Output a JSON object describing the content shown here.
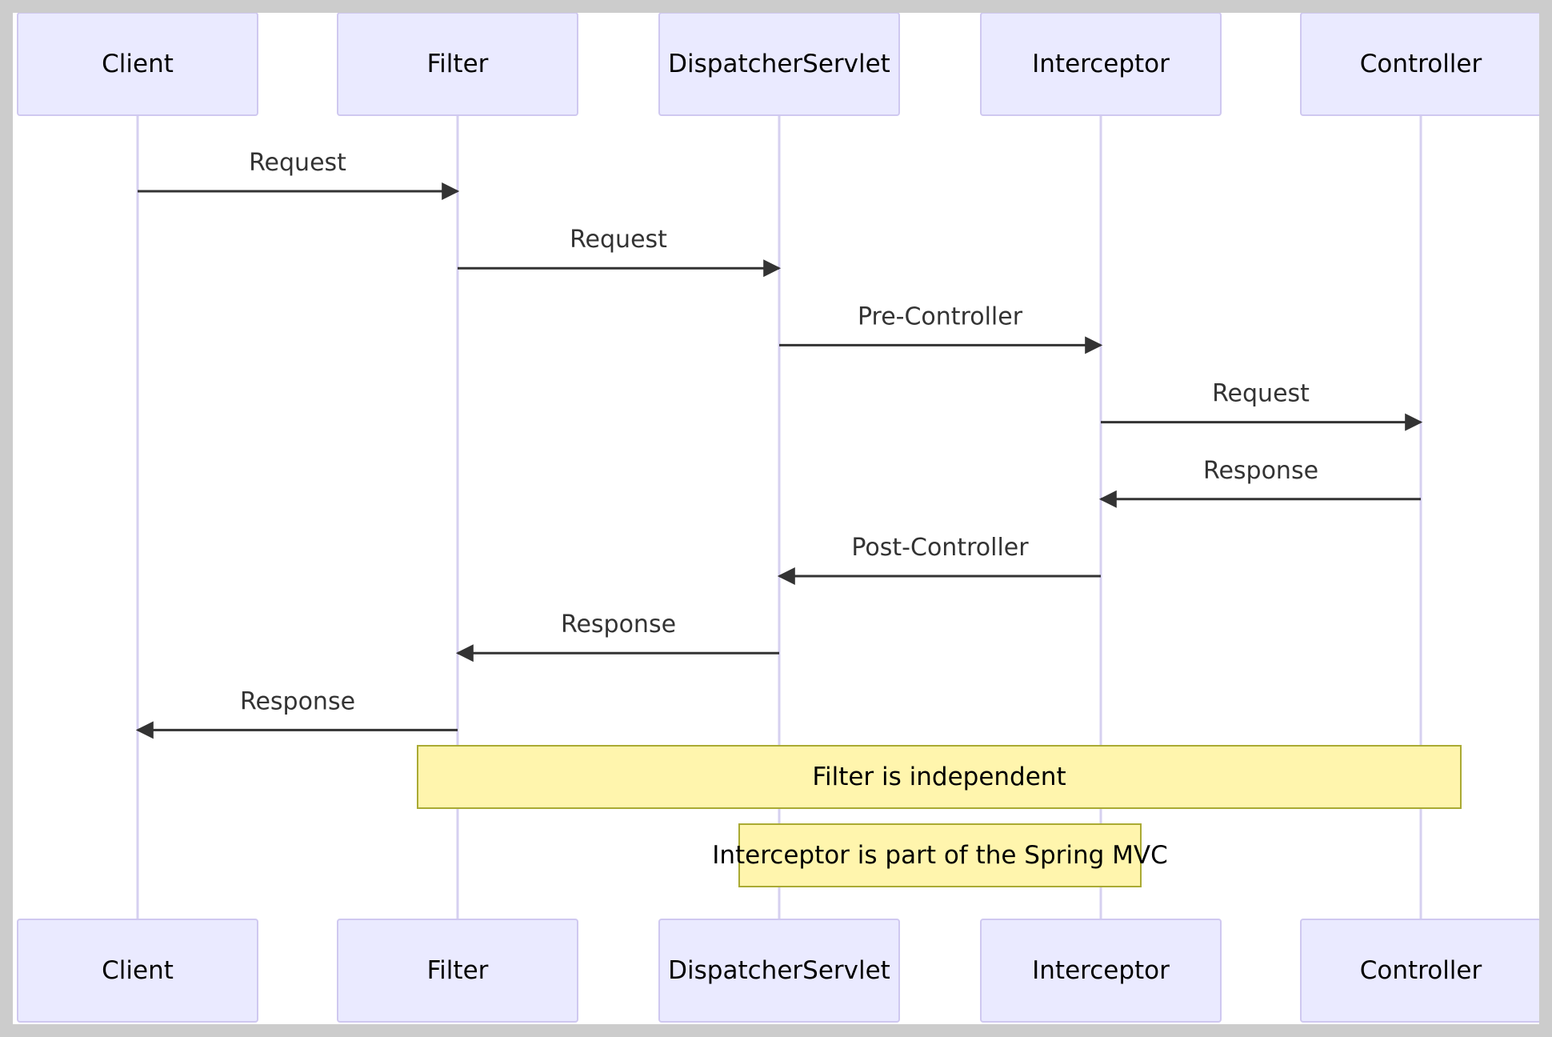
{
  "participants": [
    {
      "id": "client",
      "label": "Client"
    },
    {
      "id": "filter",
      "label": "Filter"
    },
    {
      "id": "dispatcher",
      "label": "DispatcherServlet"
    },
    {
      "id": "interceptor",
      "label": "Interceptor"
    },
    {
      "id": "controller",
      "label": "Controller"
    }
  ],
  "messages": [
    {
      "from": "client",
      "to": "filter",
      "label": "Request"
    },
    {
      "from": "filter",
      "to": "dispatcher",
      "label": "Request"
    },
    {
      "from": "dispatcher",
      "to": "interceptor",
      "label": "Pre-Controller"
    },
    {
      "from": "interceptor",
      "to": "controller",
      "label": "Request"
    },
    {
      "from": "controller",
      "to": "interceptor",
      "label": "Response"
    },
    {
      "from": "interceptor",
      "to": "dispatcher",
      "label": "Post-Controller"
    },
    {
      "from": "dispatcher",
      "to": "filter",
      "label": "Response"
    },
    {
      "from": "filter",
      "to": "client",
      "label": "Response"
    }
  ],
  "notes": [
    {
      "over": [
        "filter",
        "controller"
      ],
      "text": "Filter is independent"
    },
    {
      "over": [
        "dispatcher",
        "interceptor"
      ],
      "text": "Interceptor is part of the Spring MVC"
    }
  ],
  "colors": {
    "actor_fill": "#eaeaff",
    "actor_stroke": "#cfc8f0",
    "lifeline": "#d6d0f0",
    "message_line": "#333333",
    "note_fill": "#fff5ad",
    "note_stroke": "#aaaa33",
    "frame": "#cccccc"
  }
}
